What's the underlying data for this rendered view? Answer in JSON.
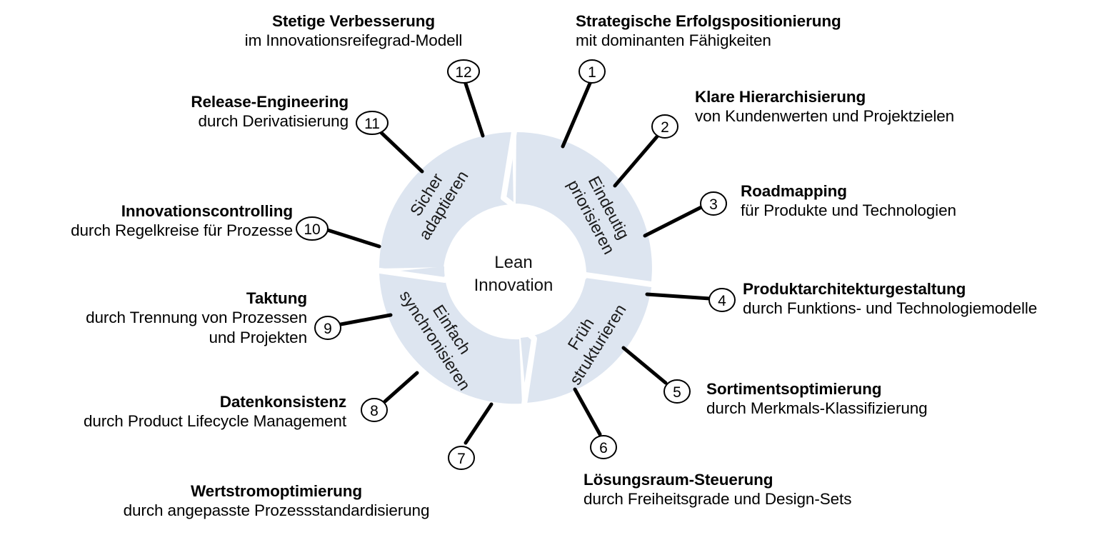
{
  "diagram": {
    "title": "Lean Innovation",
    "center_label_line1": "Lean",
    "center_label_line2": "Innovation",
    "donut_color": "#dde5f0",
    "gap_color": "#ffffff",
    "line_color": "#000000",
    "text_color": "#000000"
  },
  "segments": [
    {
      "id": "eindeutig-priorisieren",
      "line1": "Eindeutig",
      "line2": "priorisieren"
    },
    {
      "id": "frueh-strukturieren",
      "line1": "Früh",
      "line2": "strukturieren"
    },
    {
      "id": "einfach-synchronisieren",
      "line1": "Einfach",
      "line2": "synchronisieren"
    },
    {
      "id": "sicher-adaptieren",
      "line1": "Sicher",
      "line2": "adaptieren"
    }
  ],
  "items": [
    {
      "number": "1",
      "title": "Strategische Erfolgspositionierung",
      "subtitle": "mit dominanten Fähigkeiten",
      "subtitle2": ""
    },
    {
      "number": "2",
      "title": "Klare Hierarchisierung",
      "subtitle": "von Kundenwerten und Projektzielen",
      "subtitle2": ""
    },
    {
      "number": "3",
      "title": "Roadmapping",
      "subtitle": "für Produkte und Technologien",
      "subtitle2": ""
    },
    {
      "number": "4",
      "title": "Produktarchitekturgestaltung",
      "subtitle": "durch Funktions- und Technologiemodelle",
      "subtitle2": ""
    },
    {
      "number": "5",
      "title": "Sortimentsoptimierung",
      "subtitle": "durch Merkmals-Klassifizierung",
      "subtitle2": ""
    },
    {
      "number": "6",
      "title": "Lösungsraum-Steuerung",
      "subtitle": "durch Freiheitsgrade und Design-Sets",
      "subtitle2": ""
    },
    {
      "number": "7",
      "title": "Wertstromoptimierung",
      "subtitle": "durch angepasste Prozessstandardisierung",
      "subtitle2": ""
    },
    {
      "number": "8",
      "title": "Datenkonsistenz",
      "subtitle": "durch Product Lifecycle Management",
      "subtitle2": ""
    },
    {
      "number": "9",
      "title": "Taktung",
      "subtitle": "durch Trennung von Prozessen",
      "subtitle2": "und Projekten"
    },
    {
      "number": "10",
      "title": "Innovationscontrolling",
      "subtitle": "durch Regelkreise für Prozesse",
      "subtitle2": ""
    },
    {
      "number": "11",
      "title": "Release-Engineering",
      "subtitle": "durch Derivatisierung",
      "subtitle2": ""
    },
    {
      "number": "12",
      "title": "Stetige Verbesserung",
      "subtitle": "im Innovationsreifegrad-Modell",
      "subtitle2": ""
    }
  ]
}
